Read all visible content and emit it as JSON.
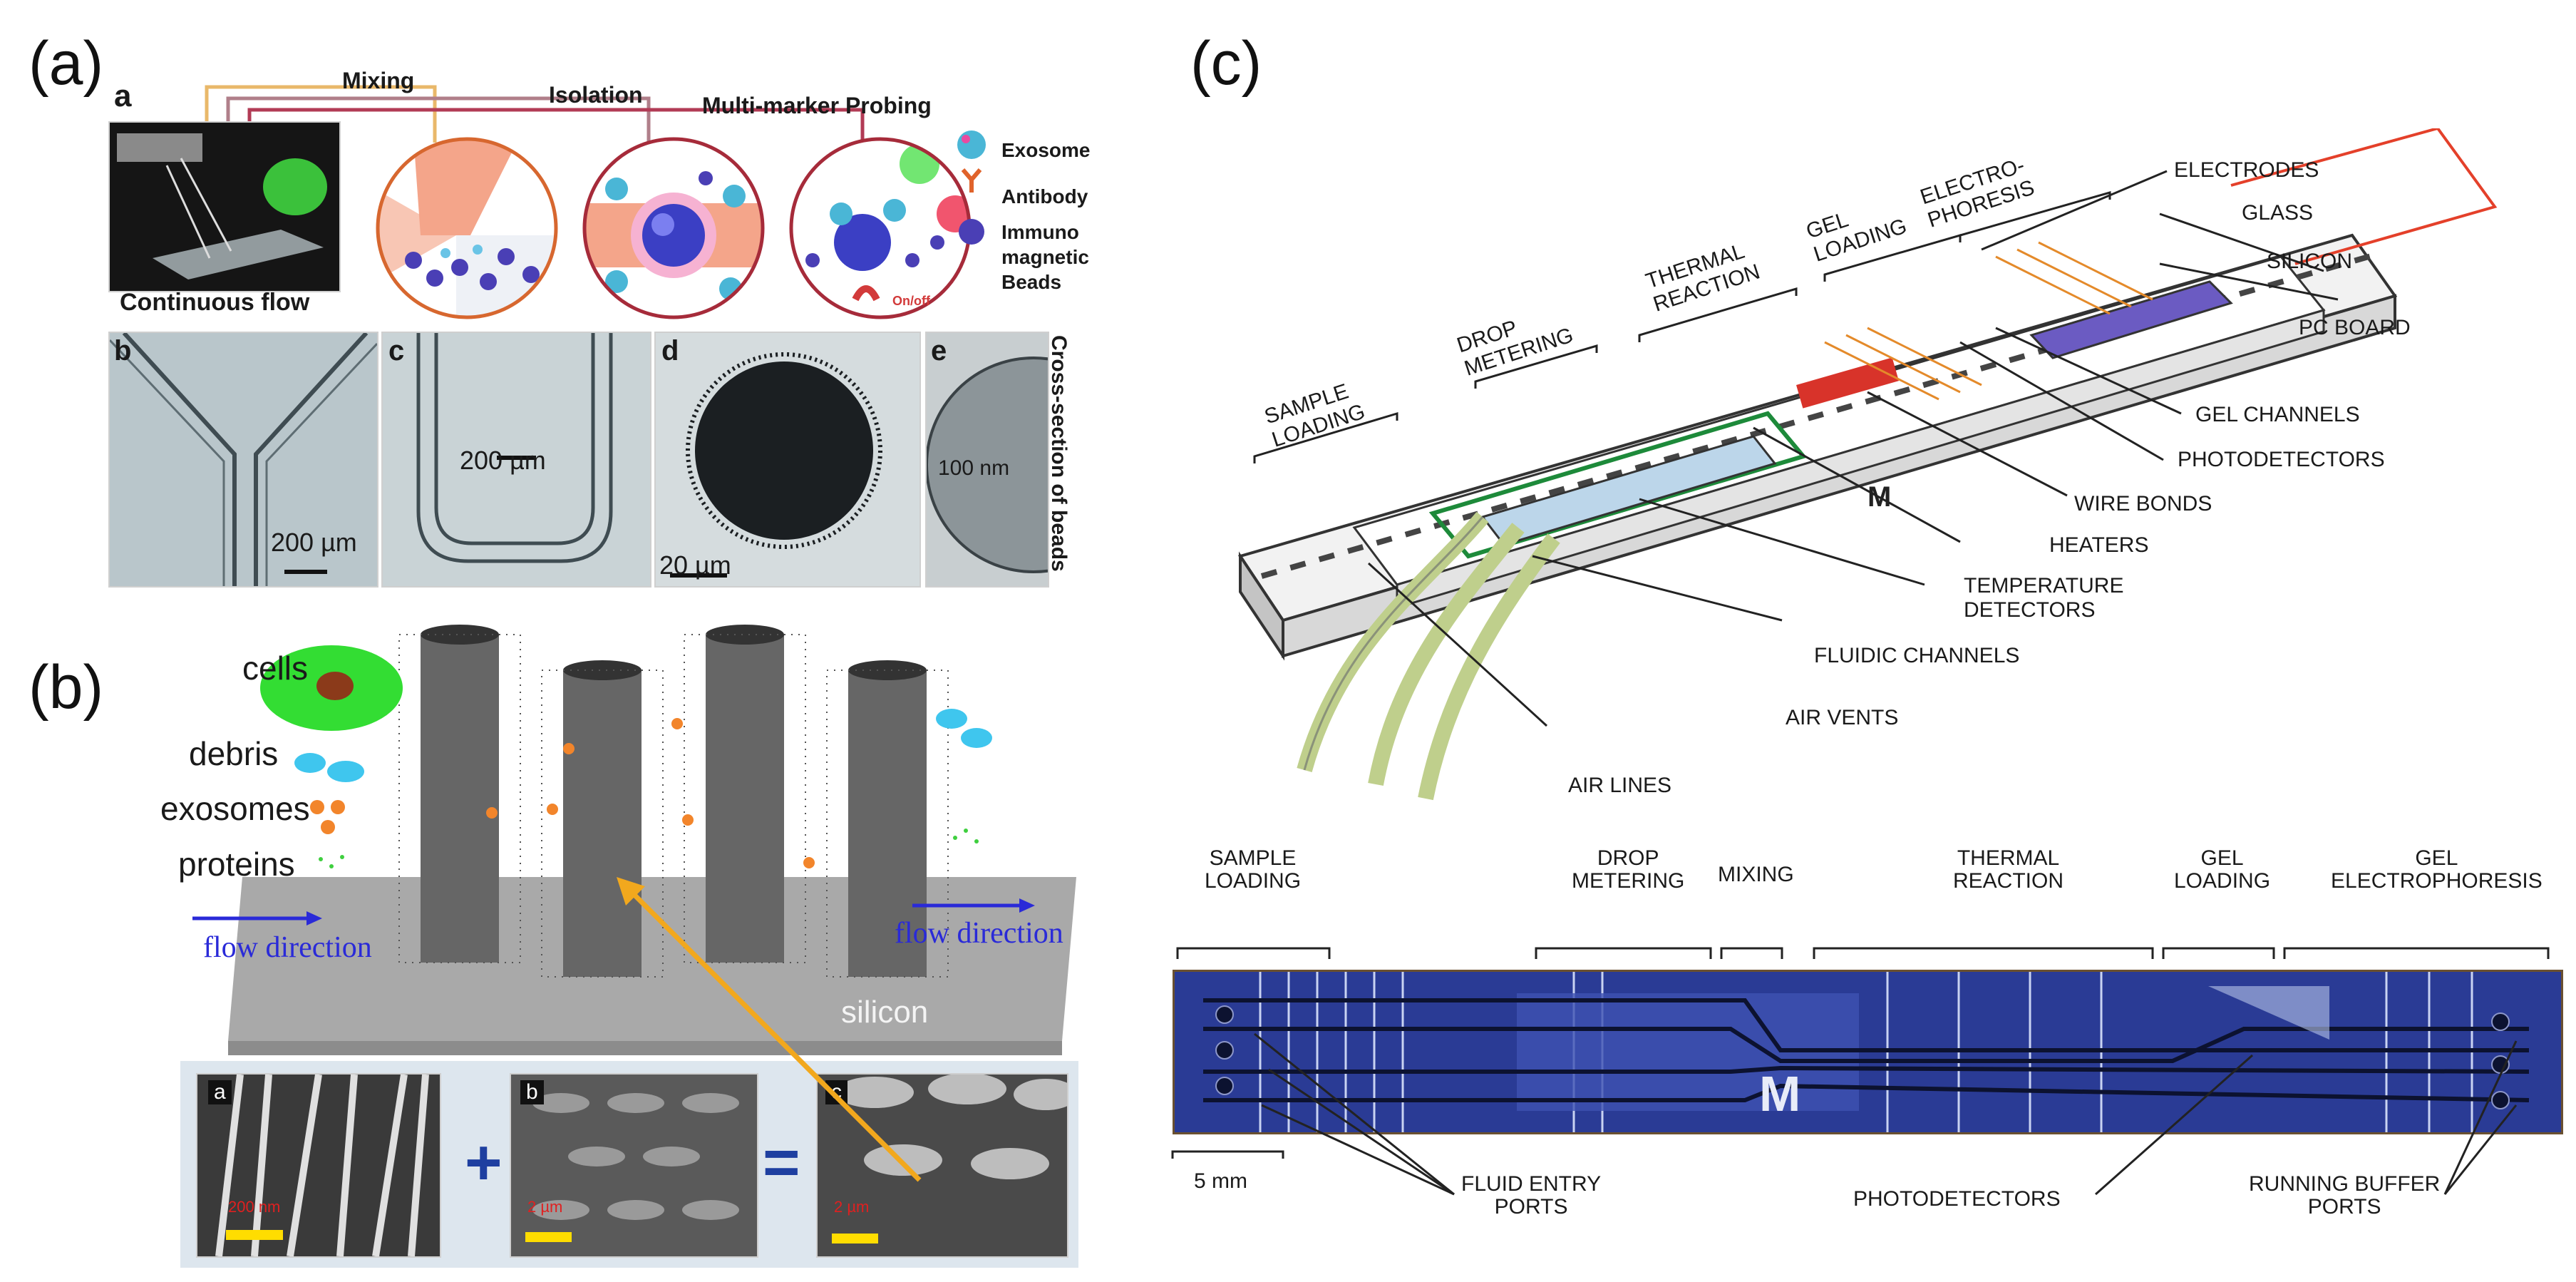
{
  "panels": {
    "a": {
      "letter": "(a)",
      "sub_a": "a",
      "stage_labels": [
        "Mixing",
        "Isolation",
        "Multi-marker Probing"
      ],
      "photo_caption": "Continuous flow",
      "legend": [
        "Exosome",
        "Antibody",
        "Immuno",
        "magnetic",
        "Beads"
      ],
      "magnet_label": "On/off",
      "micro": {
        "b": {
          "letter": "b",
          "scale": "200 µm"
        },
        "c": {
          "letter": "c",
          "scale": "200 µm"
        },
        "d": {
          "letter": "d",
          "scale": "20 µm"
        },
        "e": {
          "letter": "e",
          "scale": "100 nm",
          "side": "Cross-section of beads"
        }
      }
    },
    "b": {
      "letter": "(b)",
      "labels": [
        "cells",
        "debris",
        "exosomes",
        "proteins"
      ],
      "flow_left": "flow direction",
      "flow_right": "flow direction",
      "substrate": "silicon",
      "sem": [
        {
          "letter": "a",
          "scale": "200 nm"
        },
        {
          "letter": "b",
          "scale": "2 µm"
        },
        {
          "letter": "c",
          "scale": "2 µm"
        }
      ],
      "plus": "+",
      "equals": "="
    },
    "c": {
      "letter": "(c)",
      "top_labels": {
        "sample": [
          "SAMPLE",
          "LOADING"
        ],
        "drop": [
          "DROP",
          "METERING"
        ],
        "thermal": [
          "THERMAL",
          "REACTION"
        ],
        "gel_loading": [
          "GEL",
          "LOADING"
        ],
        "electro": [
          "ELECTRO-",
          "PHORESIS"
        ],
        "electrodes": "ELECTRODES",
        "glass": "GLASS",
        "silicon": "SILICON",
        "pc_board": "PC BOARD",
        "gel_channels": "GEL CHANNELS",
        "photodetectors": "PHOTODETECTORS",
        "wire_bonds": "WIRE BONDS",
        "heaters": "HEATERS",
        "temperature": [
          "TEMPERATURE",
          "DETECTORS"
        ],
        "fluidic": "FLUIDIC CHANNELS",
        "air_vents": "AIR VENTS",
        "air_lines": "AIR LINES",
        "chip_mark": "M"
      },
      "bottom_labels": {
        "sample": [
          "SAMPLE",
          "LOADING"
        ],
        "drop": [
          "DROP",
          "METERING"
        ],
        "mixing": "MIXING",
        "thermal": [
          "THERMAL",
          "REACTION"
        ],
        "gel_loading": [
          "GEL",
          "LOADING"
        ],
        "gel_electro": [
          "GEL",
          "ELECTROPHORESIS"
        ],
        "scale": "5 mm",
        "fluid_entry": [
          "FLUID ENTRY",
          "PORTS"
        ],
        "photodetectors": "PHOTODETECTORS",
        "running_buffer": [
          "RUNNING BUFFER",
          "PORTS"
        ],
        "chip_mark": "M"
      }
    }
  },
  "colors": {
    "salmon": "#f4a58a",
    "bead_blue": "#4a3fb5",
    "cell_green": "#33dd33",
    "debris_cyan": "#3fc6ee",
    "exosome_orange": "#f2852b",
    "flow_blue": "#2a2ad8",
    "chip_blue": "#2c3f9c",
    "arrow_orange": "#f2a81d",
    "wire_orange": "#e48a2a"
  }
}
